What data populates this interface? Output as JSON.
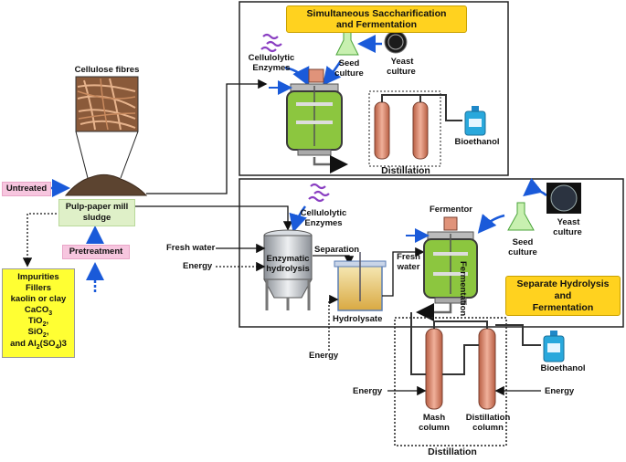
{
  "top_left": {
    "cellulose_label": "Cellulose fibres",
    "untreated_label": "Untreated",
    "sludge_label_1": "Pulp-paper mill",
    "sludge_label_2": "sludge",
    "pretreatment_label": "Pretreatment"
  },
  "impurities": {
    "title": "Impurities",
    "lines": [
      "Fillers",
      "kaolin or clay",
      "CaCO",
      "TiO",
      "SiO",
      "and Al"
    ],
    "subs": {
      "caco3": "3",
      "tio2": "2",
      "sio2": "2",
      "al2": "2",
      "so4": "4",
      "al_mid": "(SO",
      "al_end": ")3"
    },
    "sep": ","
  },
  "ssf": {
    "title_1": "Simultaneous Saccharification",
    "title_2": "and Fermentation",
    "enzymes_1": "Cellulolytic",
    "enzymes_2": "Enzymes",
    "seed_1": "Seed",
    "seed_2": "culture",
    "yeast_1": "Yeast",
    "yeast_2": "culture",
    "bioethanol": "Bioethanol",
    "distillation": "Distillation"
  },
  "shf": {
    "title_1": "Separate Hydrolysis",
    "title_2": "and",
    "title_3": "Fermentation",
    "enzymes_1": "Cellulolytic",
    "enzymes_2": "Enzymes",
    "fresh_water": "Fresh water",
    "energy_hydrolysis": "Energy",
    "enzymatic_1": "Enzymatic",
    "enzymatic_2": "hydrolysis",
    "separation": "Separation",
    "hydrolysate": "Hydrolysate",
    "energy_hydrolysate": "Energy",
    "fresh_water_2a": "Fresh",
    "fresh_water_2b": "water",
    "fermentor": "Fermentor",
    "fermentation": "Fermentation",
    "seed_1": "Seed",
    "seed_2": "culture",
    "yeast_1": "Yeast",
    "yeast_2": "culture",
    "bioethanol": "Bioethanol",
    "energy_left": "Energy",
    "energy_right": "Energy",
    "mash_1": "Mash",
    "mash_2": "column",
    "distcol_1": "Distillation",
    "distcol_2": "column",
    "distillation": "Distillation"
  },
  "colors": {
    "title_fill": "#ffd21f",
    "untreated_fill": "#f7c6df",
    "pretreatment_fill": "#f7c6df",
    "sludge_fill": "#dff0c8",
    "impurities_fill": "#ffff33",
    "column_fill": "#e0937a",
    "reactor_fill": "#8cc63f",
    "arrow_blue": "#1a5ad9",
    "enzyme_purple": "#8a3fc2",
    "bottle_blue": "#29a8dc"
  }
}
